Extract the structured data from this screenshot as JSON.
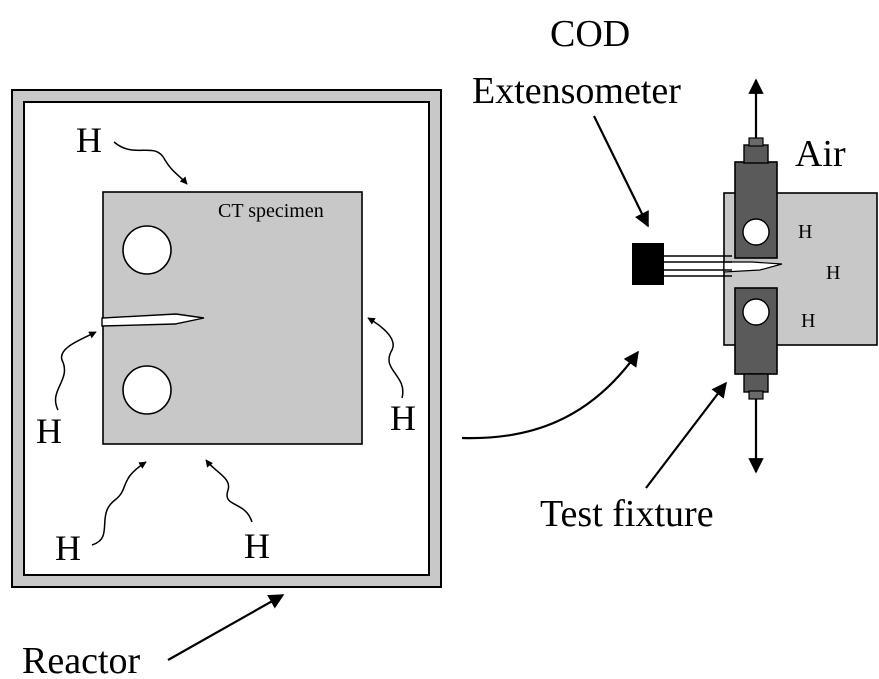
{
  "labels": {
    "cod": "COD",
    "extensometer": "Extensometer",
    "air": "Air",
    "ct_specimen": "CT specimen",
    "test_fixture": "Test fixture",
    "reactor": "Reactor",
    "hydrogen": "H"
  },
  "colors": {
    "specimen_fill": "#c8c8c8",
    "reactor_wall": "#c8c8c8",
    "grip_fill": "#5a5a5a",
    "extensometer_fill": "#000000"
  }
}
